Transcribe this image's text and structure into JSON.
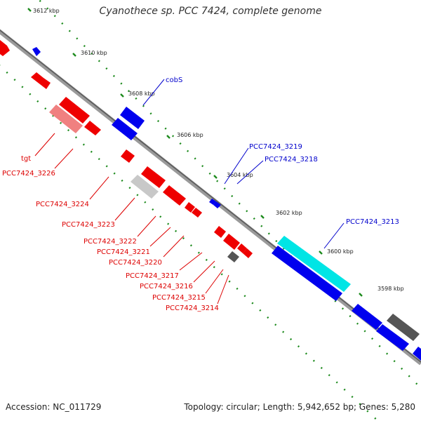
{
  "title": "Cyanothece sp. PCC 7424, complete genome",
  "accession": "Accession: NC_011729",
  "summary": "Topology: circular; Length: 5,942,652 bp; Genes: 5,280",
  "colors": {
    "backbone": "#8a8a8a",
    "ruler": "#1c8a1c",
    "reverse_label": "#dd0000",
    "forward_label": "#0000cc",
    "feature_red": "#ff0000",
    "feature_blue": "#0000ee",
    "feature_cyan": "#00e5e5",
    "feature_grey": "#555555",
    "feature_light_red": "#f08080",
    "feature_light_grey": "#c8c8c8"
  },
  "ruler_ticks": [
    "3612 kbp",
    "3610 kbp",
    "3608 kbp",
    "3606 kbp",
    "3604 kbp",
    "3602 kbp",
    "3600 kbp",
    "3598 kbp"
  ],
  "reverse_labels": [
    "tgt",
    "PCC7424_3226",
    "PCC7424_3224",
    "PCC7424_3223",
    "PCC7424_3222",
    "PCC7424_3221",
    "PCC7424_3220",
    "PCC7424_3217",
    "PCC7424_3216",
    "PCC7424_3215",
    "PCC7424_3214"
  ],
  "forward_labels": [
    "cobS",
    "PCC7424_3219",
    "PCC7424_3218",
    "PCC7424_3213"
  ]
}
